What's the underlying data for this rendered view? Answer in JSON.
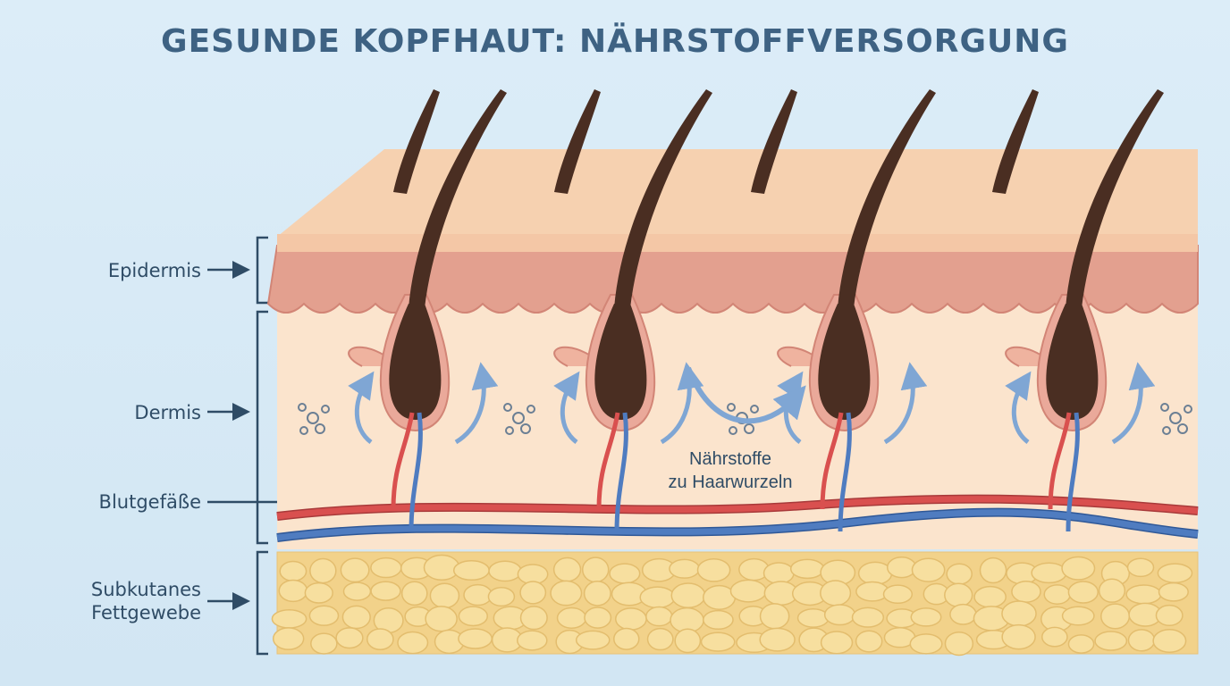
{
  "title": "GESUNDE KOPFHAUT: NÄHRSTOFFVERSORGUNG",
  "labels": {
    "epidermis": "Epidermis",
    "dermis": "Dermis",
    "blood_vessels": "Blutgefäße",
    "fat_line1": "Subkutanes",
    "fat_line2": "Fettgewebe"
  },
  "annotation": {
    "line1": "Nährstoffe",
    "line2": "zu Haarwurzeln"
  },
  "colors": {
    "title": "#3e6283",
    "artery": "#d9504f",
    "vein": "#4f7cc0",
    "hair": "#4a2e22",
    "epidermis": "#e3a08f",
    "dermis": "#fbe4cd",
    "fat": "#f2d28a",
    "arrow": "#7fa6d4"
  }
}
